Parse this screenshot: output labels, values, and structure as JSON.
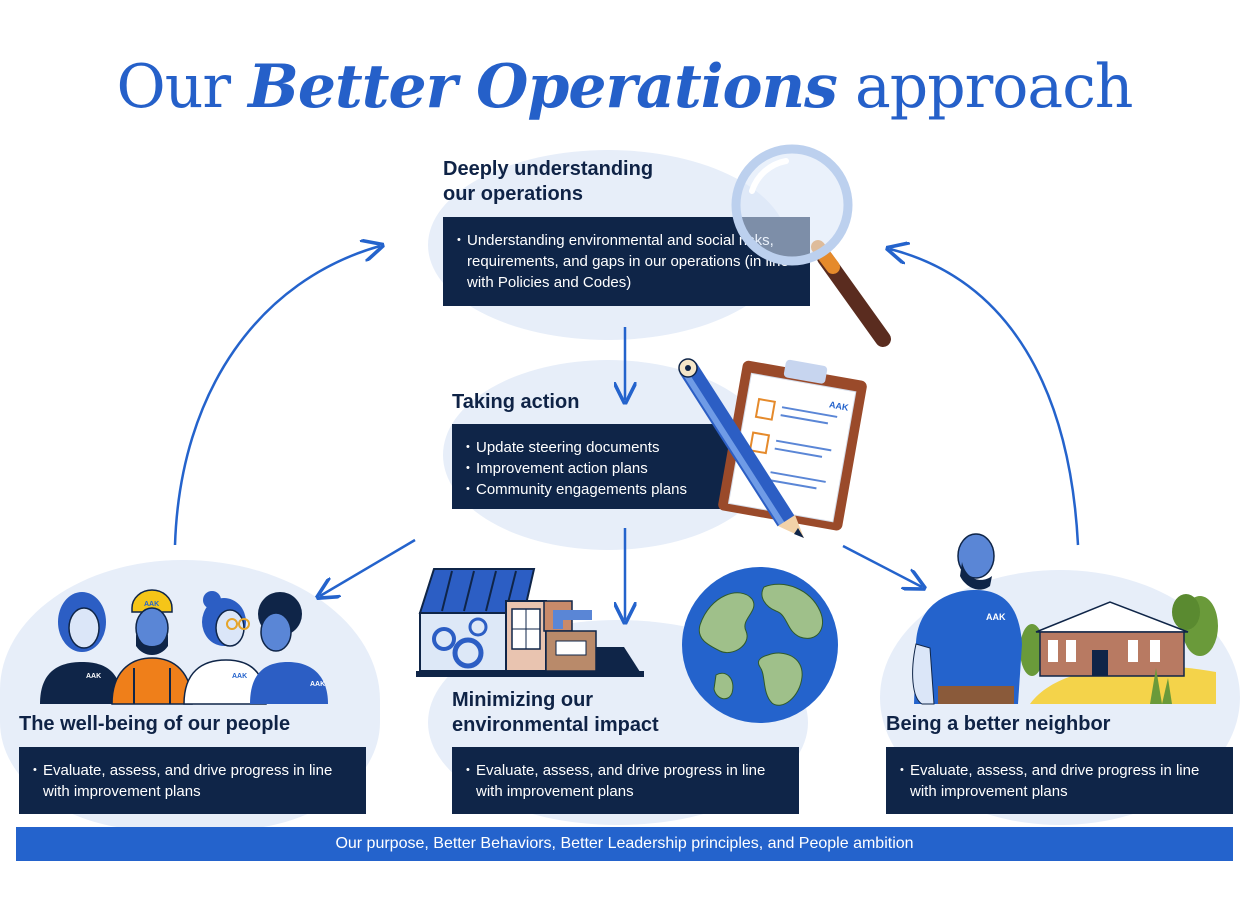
{
  "title": {
    "prefix": "Our",
    "emphasis": "Better Operations",
    "suffix": "approach"
  },
  "steps": {
    "understand": {
      "heading_line1": "Deeply understanding",
      "heading_line2": "our operations",
      "bullets": [
        "Understanding environmental and social risks, requirements, and gaps in our operations (in line with Policies and Codes)"
      ]
    },
    "action": {
      "heading": "Taking action",
      "bullets": [
        "Update steering documents",
        "Improvement action plans",
        "Community engagements plans"
      ]
    },
    "people": {
      "heading": "The well-being of our people",
      "bullets": [
        "Evaluate, assess, and drive progress in line with improvement plans"
      ]
    },
    "environment": {
      "heading_line1": "Minimizing our",
      "heading_line2": "environmental impact",
      "bullets": [
        "Evaluate, assess, and drive progress in line with improvement plans"
      ]
    },
    "neighbor": {
      "heading": "Being a better neighbor",
      "bullets": [
        "Evaluate, assess, and drive progress in line with improvement plans"
      ]
    }
  },
  "footer": "Our purpose, Better Behaviors, Better Leadership principles, and People ambition",
  "logo_text": "AAK",
  "colors": {
    "brand_blue": "#2463cc",
    "navy": "#0f2548",
    "light_blob": "#e7eef9"
  },
  "icons": [
    "magnifier-icon",
    "clipboard-icon",
    "pencil-icon",
    "globe-icon",
    "factory-icon",
    "people-icon",
    "neighbor-icon",
    "cycle-arrow-icon"
  ]
}
